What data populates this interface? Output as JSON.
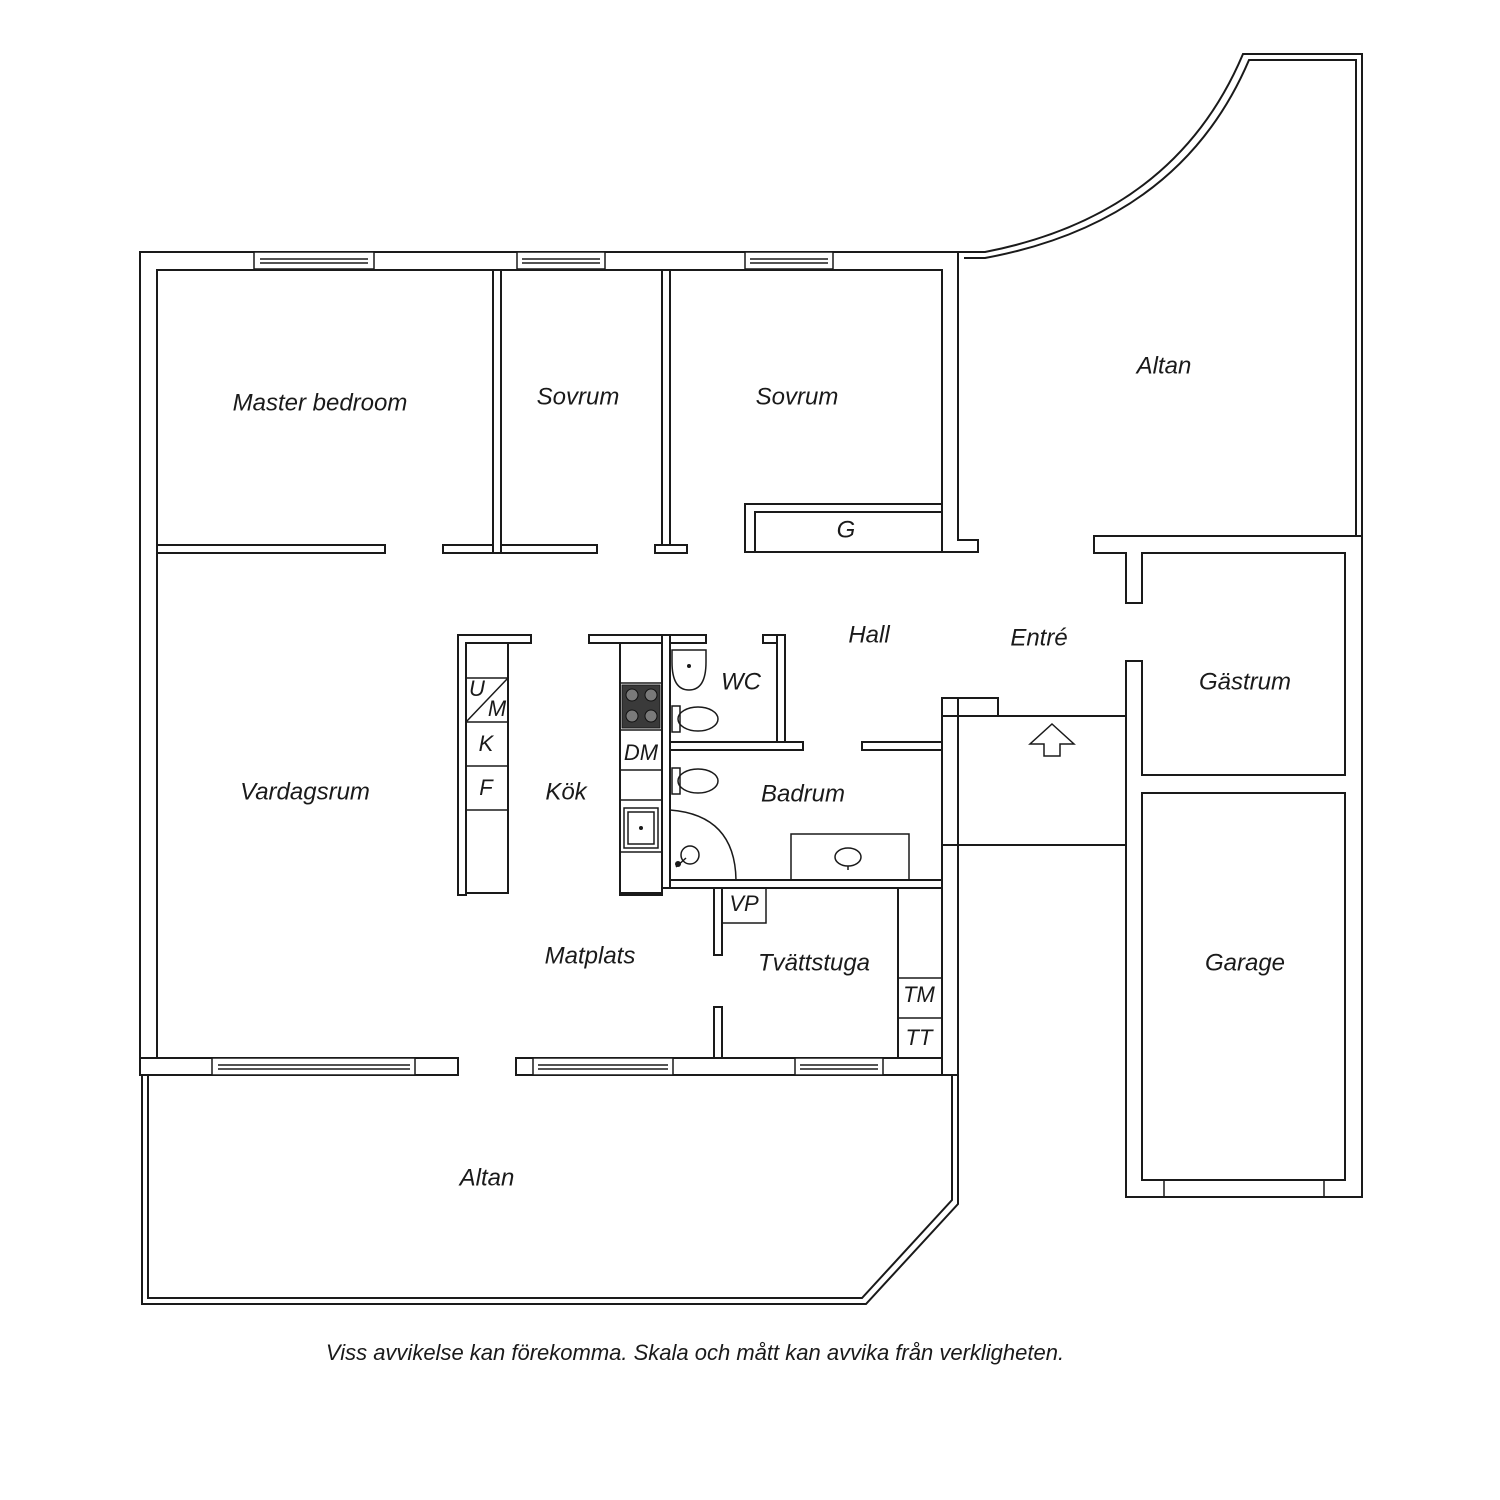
{
  "rooms": {
    "master_bedroom": "Master bedroom",
    "sovrum_1": "Sovrum",
    "sovrum_2": "Sovrum",
    "altan_top": "Altan",
    "garderob": "G",
    "hall": "Hall",
    "entre": "Entré",
    "gastrum": "Gästrum",
    "wc": "WC",
    "vardagsrum": "Vardagsrum",
    "kok": "Kök",
    "badrum": "Badrum",
    "matplats": "Matplats",
    "tvattstuga": "Tvättstuga",
    "garage": "Garage",
    "altan_bottom": "Altan"
  },
  "fixtures": {
    "u": "U",
    "m": "M",
    "k": "K",
    "f": "F",
    "dm": "DM",
    "vp": "VP",
    "tm": "TM",
    "tt": "TT"
  },
  "footer": {
    "disclaimer": "Viss avvikelse kan förekomma. Skala och mått kan avvika från verkligheten."
  }
}
